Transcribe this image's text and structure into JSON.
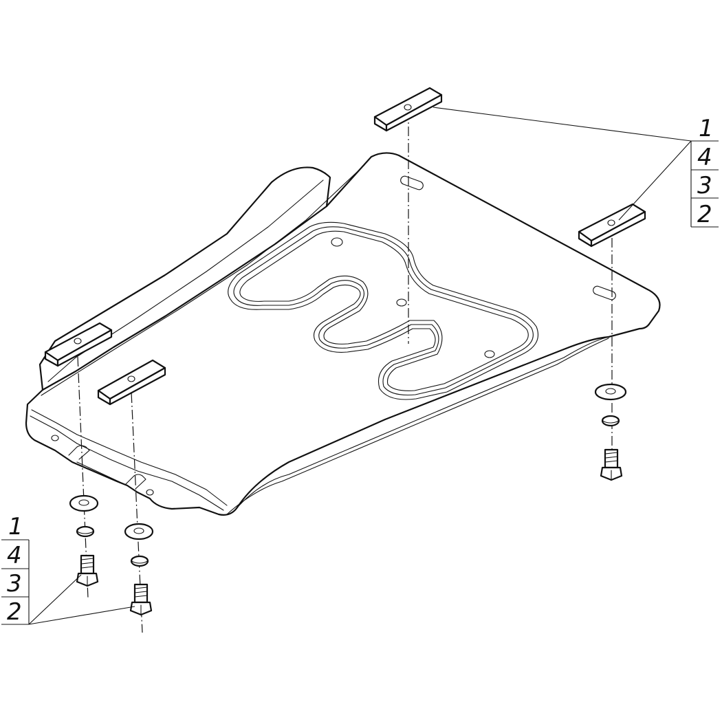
{
  "callouts": {
    "top_right": [
      "1",
      "4",
      "3",
      "2"
    ],
    "bottom_left": [
      "1",
      "4",
      "3",
      "2"
    ]
  }
}
